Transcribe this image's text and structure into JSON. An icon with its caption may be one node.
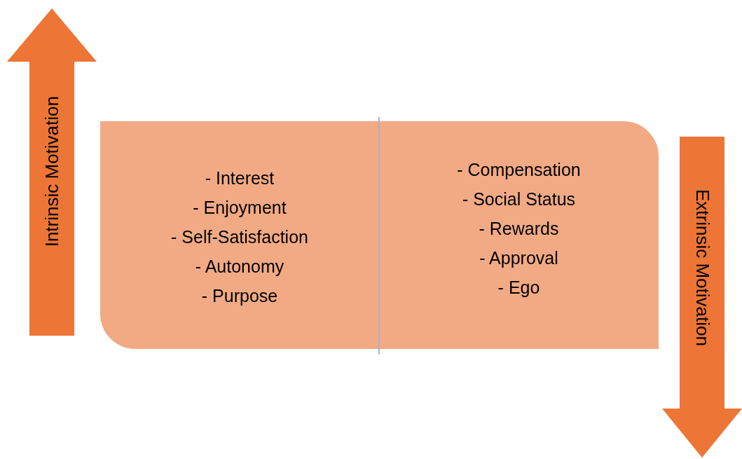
{
  "diagram": {
    "nodes": [
      {
        "text": [
          "Intrinsic Motivation"
        ]
      },
      {
        "text": [
          "- Interest",
          "- Enjoyment",
          "- Self-Satisfaction",
          "- Autonomy",
          "- Purpose"
        ]
      },
      {
        "text": [
          "- Compensation",
          "- Social Status",
          "- Rewards",
          "- Approval",
          "- Ego"
        ]
      },
      {
        "text": [
          "Extrinsic Motivation"
        ]
      }
    ]
  }
}
